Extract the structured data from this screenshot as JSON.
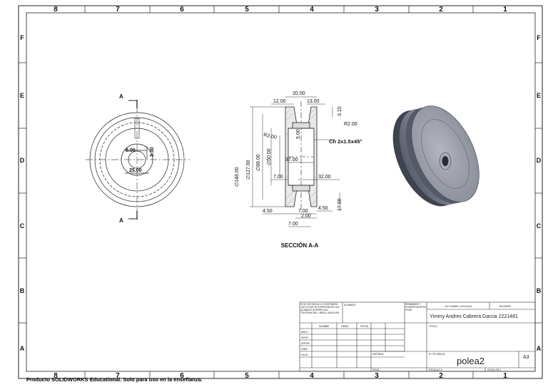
{
  "sheet": {
    "columns": [
      "8",
      "7",
      "6",
      "5",
      "4",
      "3",
      "2",
      "1"
    ],
    "rows": [
      "F",
      "E",
      "D",
      "C",
      "B",
      "A"
    ]
  },
  "front_view": {
    "section_label_top": "A",
    "section_label_bottom": "A",
    "dims": [
      "8.00",
      "3.30",
      "25.00"
    ]
  },
  "section_view": {
    "title": "SECCIÓN A-A",
    "dims": {
      "top_width": "20.00",
      "left_top": "12.00",
      "right_top": "13.00",
      "groove_depth": "3.10",
      "r_top_right": "R2.00",
      "r_inner": "R2.00",
      "inner_small": "5.00",
      "dia_outer": "∅148.00",
      "dia_127": "∅127.00",
      "dia_98": "∅98.00",
      "dia_50": "∅50.00",
      "bore": "37.00",
      "hub_left": "7.00",
      "hub_right": "32.00",
      "bottom_left": "4.50",
      "bottom_mid": "7.00",
      "bottom_right": "4.50",
      "bottom_small": "2.00",
      "bottom_base": "7.00",
      "right_vertical": "17.00"
    },
    "chamfer_note": "Ch 2x1.5x45°"
  },
  "title_block": {
    "notes": "SI NO SE INDICA LO CONTRARIO: LAS COTAS SE EXPRESAN EN mm ACABADO SUPERFICIAL: TOLERANCIAS: LINEAL: ANGULAR:",
    "acabado": "ACABADO:",
    "rebarbar": "REBARBAR Y ROMPER ARISTAS VIVAS",
    "no_escala": "NO CAMBIE LA ESCALA",
    "revision": "REVISIÓN",
    "author": "Yimmy Andres Cabrera Garcia 2221481",
    "titulo": "TÍTULO:",
    "headers": [
      "NOMBRE",
      "FIRMA",
      "FECHA"
    ],
    "roles": [
      "DIBUJ.",
      "VERIF.",
      "APROB.",
      "FABR.",
      "CALID."
    ],
    "material": "MATERIAL:",
    "n_dibujo": "N.º DE DIBUJO",
    "drawing_name": "polea2",
    "size": "A3",
    "peso": "PESO:",
    "escala": "ESCALA:1:2",
    "hoja": "HOJA 1 DE 1"
  },
  "watermark": "Producto SOLIDWORKS Educational. Solo para uso en la enseñanza."
}
